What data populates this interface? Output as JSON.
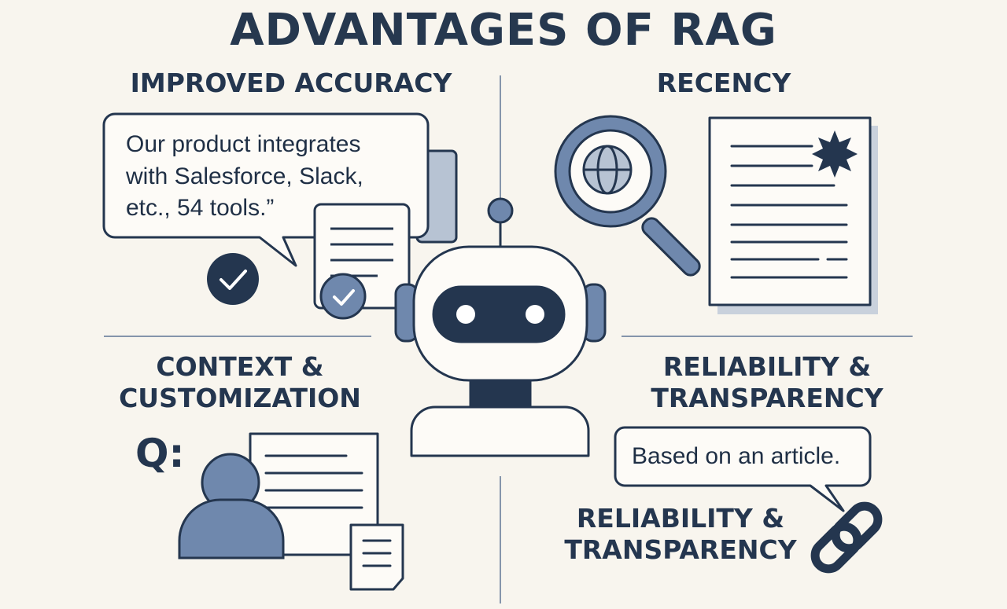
{
  "title": "ADVANTAGES OF RAG",
  "sections": {
    "accuracy": {
      "heading": "IMPROVED ACCURACY",
      "quote": "Our product integrates with Salesforce, Slack, etc., 54 tools.”"
    },
    "recency": {
      "heading": "RECENCY"
    },
    "context": {
      "heading_line1": "CONTEXT &",
      "heading_line2": "CUSTOMIZATION",
      "q_label": "Q:"
    },
    "reliability": {
      "heading_line1": "RELIABILITY &",
      "heading_line2": "TRANSPARENCY",
      "bubble": "Based on an article.",
      "caption_line1": "RELIABILITY &",
      "caption_line2": "TRANSPARENCY"
    }
  },
  "icons": [
    "robot-icon",
    "magnifier-globe-icon",
    "document-icon",
    "checkmark-icon",
    "person-icon",
    "chain-link-icon",
    "star-icon"
  ],
  "colors": {
    "background": "#f8f5ee",
    "ink": "#24364f",
    "accent": "#6f88ad",
    "accent_light": "#b7c3d3"
  }
}
